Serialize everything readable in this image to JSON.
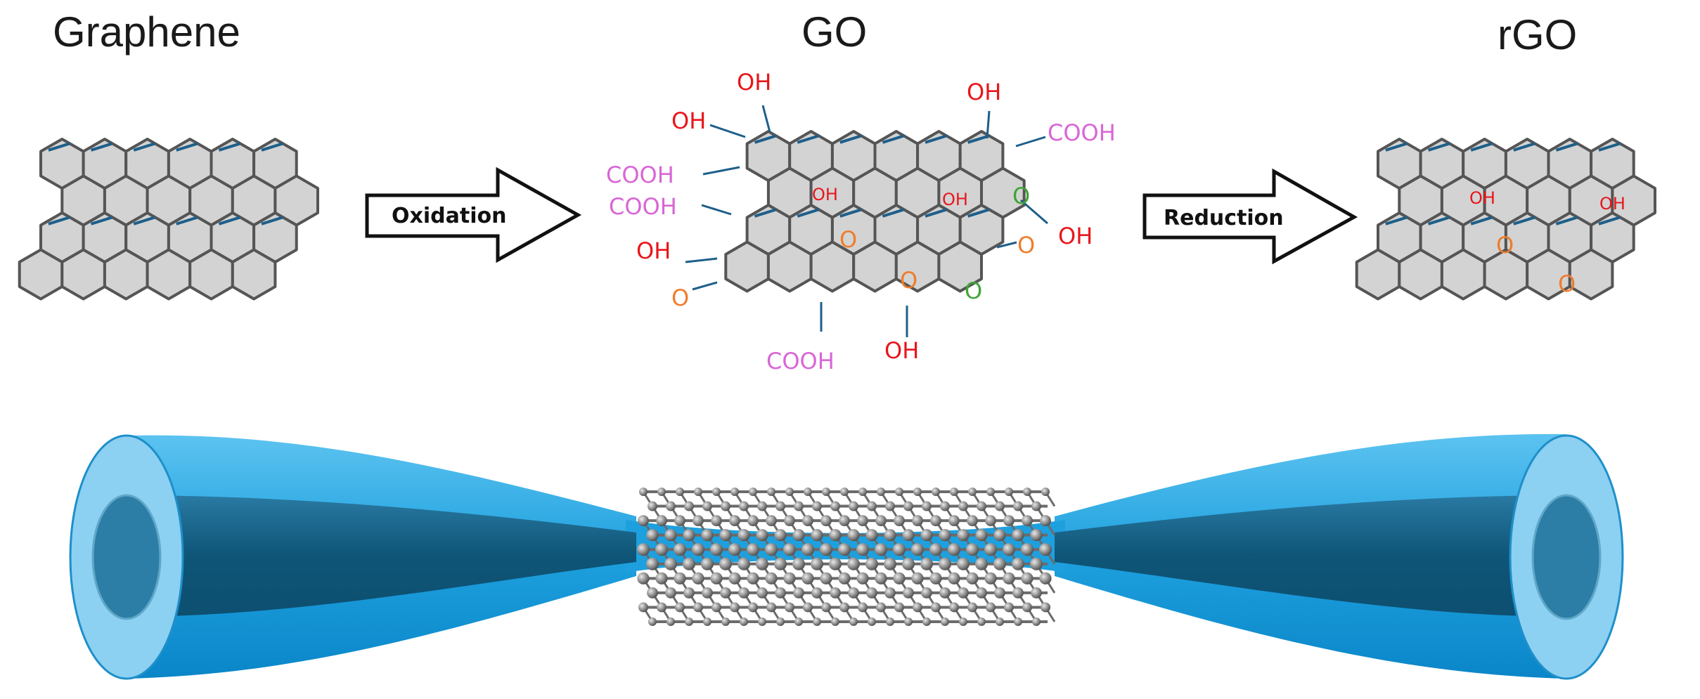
{
  "labels": {
    "graphene": "Graphene",
    "go": "GO",
    "rgo": "rGO",
    "oxidation": "Oxidation",
    "reduction": "Reduction"
  },
  "groups": {
    "oh": "OH",
    "cooh": "COOH",
    "o": "O"
  },
  "colors": {
    "oh": "#e8161b",
    "cooh": "#d966d6",
    "carbonyl": "#ee7d2d",
    "epoxy": "#3fa535",
    "hex_fill": "#d3d3d3",
    "hex_stroke": "#555555",
    "double_bond": "#1d5f8a",
    "fiber_outer": "#1ea0de",
    "fiber_core": "#0f5f86",
    "nanotube": "#7a7a7a"
  }
}
